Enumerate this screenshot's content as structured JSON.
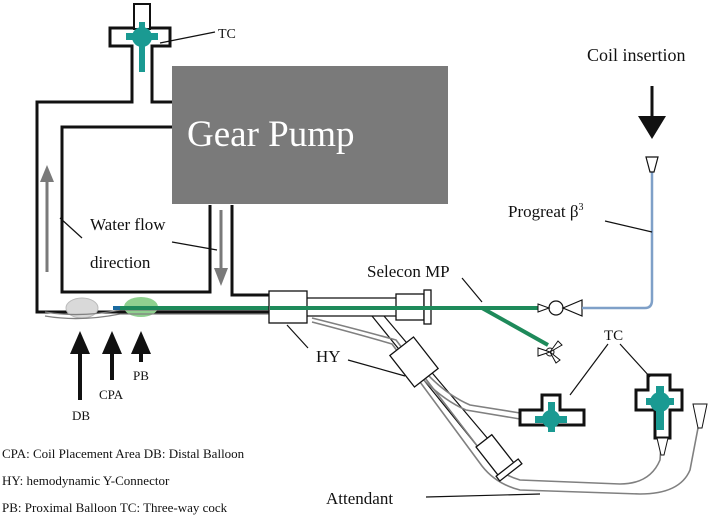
{
  "title": "Gear Pump",
  "labels": {
    "tc_top": "TC",
    "coil_insertion": "Coil insertion",
    "progreat": "Progreat β",
    "progreat_sup": "3",
    "water_flow_1": "Water flow",
    "water_flow_2": "direction",
    "selecon": "Selecon MP",
    "tc_right": "TC",
    "hy": "HY",
    "pb": "PB",
    "cpa": "CPA",
    "db": "DB",
    "attendant": "Attendant"
  },
  "legend": [
    "CPA: Coil Placement Area DB: Distal Balloon",
    "HY: hemodynamic Y-Connector",
    "PB: Proximal Balloon TC: Three-way cock"
  ],
  "colors": {
    "frame": "#111111",
    "pump": "#7a7a7a",
    "pump_text": "#ffffff",
    "valve": "#1a9a92",
    "catheter_green": "#1e8a5a",
    "microcatheter_blue": "#7fa0c8",
    "tube_gray": "#808080",
    "flow_arrow": "#7a7a7a",
    "balloon_green": "#8fd18f",
    "balloon_gray": "#d9d9d9"
  }
}
